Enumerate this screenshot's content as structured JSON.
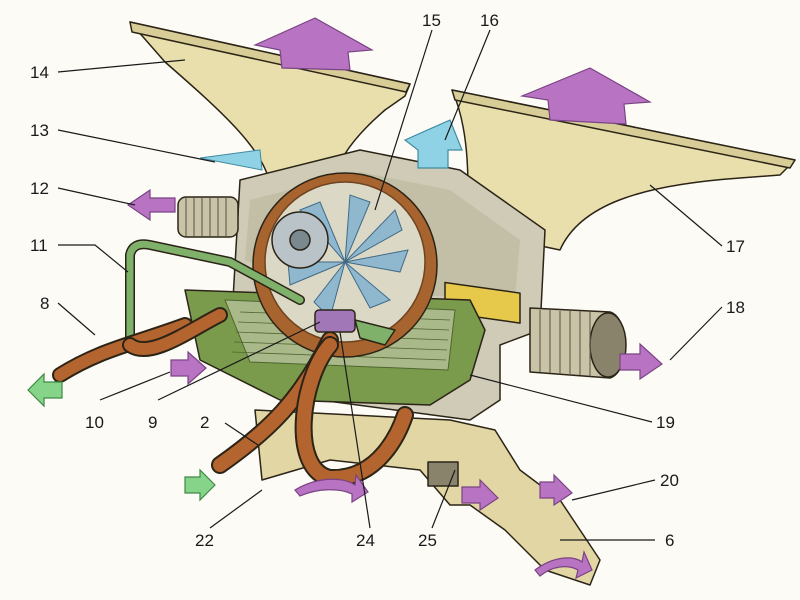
{
  "diagram": {
    "callouts": [
      {
        "id": "c14",
        "text": "14"
      },
      {
        "id": "c13",
        "text": "13"
      },
      {
        "id": "c12",
        "text": "12"
      },
      {
        "id": "c11",
        "text": "11"
      },
      {
        "id": "c8",
        "text": "8"
      },
      {
        "id": "c10",
        "text": "10"
      },
      {
        "id": "c9",
        "text": "9"
      },
      {
        "id": "c2",
        "text": "2"
      },
      {
        "id": "c22",
        "text": "22"
      },
      {
        "id": "c24",
        "text": "24"
      },
      {
        "id": "c25",
        "text": "25"
      },
      {
        "id": "c15",
        "text": "15"
      },
      {
        "id": "c16",
        "text": "16"
      },
      {
        "id": "c17",
        "text": "17"
      },
      {
        "id": "c18",
        "text": "18"
      },
      {
        "id": "c19",
        "text": "19"
      },
      {
        "id": "c20",
        "text": "20"
      },
      {
        "id": "c6",
        "text": "6"
      }
    ],
    "colors": {
      "duct_tan": "#e9dfad",
      "housing_gray": "#cfcbb6",
      "radiator_green": "#7a9a4c",
      "pipe_copper": "#b4642f",
      "hose_green": "#7fb16a",
      "arrow_hot": "#b874c2",
      "arrow_fresh": "#86d48a",
      "arrow_cool": "#8fd2e6",
      "fan_blue": "#8fb8cf",
      "outline": "#2b2417"
    }
  }
}
